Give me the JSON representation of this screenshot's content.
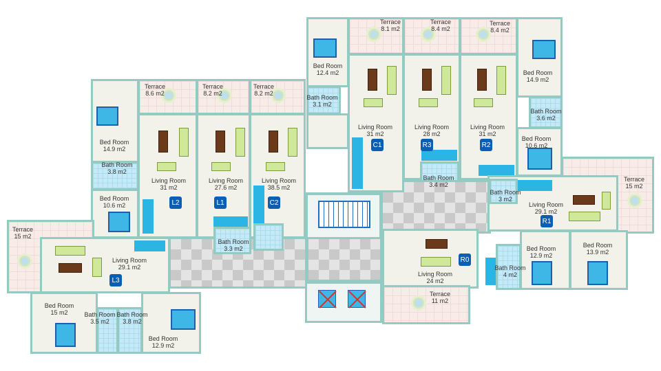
{
  "rooms": {
    "l2_bed1": {
      "name": "Bed Room",
      "area": "14.9 m2"
    },
    "l2_ter": {
      "name": "Terrace",
      "area": "8.6 m2"
    },
    "l1_ter": {
      "name": "Terrace",
      "area": "8.2 m2"
    },
    "c2_ter": {
      "name": "Terrace",
      "area": "8.2 m2"
    },
    "l2_liv": {
      "name": "Living Room",
      "area": "31  m2"
    },
    "l1_liv": {
      "name": "Living Room",
      "area": "27.6  m2"
    },
    "c2_liv": {
      "name": "Living Room",
      "area": "38.5  m2"
    },
    "l2_bath": {
      "name": "Bath Room",
      "area": "3.8 m2"
    },
    "l2_bed2": {
      "name": "Bed Room",
      "area": "10.6 m2"
    },
    "l1_bath": {
      "name": "Bath Room",
      "area": "3.3 m2"
    },
    "l3_ter": {
      "name": "Terrace",
      "area": "15 m2"
    },
    "l3_liv": {
      "name": "Living Room",
      "area": "29.1 m2"
    },
    "l3_bed1": {
      "name": "Bed Room",
      "area": "15 m2"
    },
    "l3_bath1": {
      "name": "Bath Room",
      "area": "3.5 m2"
    },
    "l3_bath2": {
      "name": "Bath Room",
      "area": "3.8 m2"
    },
    "l3_bed2": {
      "name": "Bed Room",
      "area": "12.9 m2"
    },
    "c1_bed": {
      "name": "Bed Room",
      "area": "12.4 m2"
    },
    "c1_bath": {
      "name": "Bath Room",
      "area": "3.1 m2"
    },
    "c1_ter": {
      "name": "Terrace",
      "area": "8.1 m2"
    },
    "r3_ter": {
      "name": "Terrace",
      "area": "8.4 m2"
    },
    "r2_ter": {
      "name": "Terrace",
      "area": "8.4 m2"
    },
    "c1_liv": {
      "name": "Living Room",
      "area": "31  m2"
    },
    "r3_liv": {
      "name": "Living Room",
      "area": "28  m2"
    },
    "r2_liv": {
      "name": "Living Room",
      "area": "31  m2"
    },
    "r2_bed1": {
      "name": "Bed Room",
      "area": "14.9 m2"
    },
    "r2_bath": {
      "name": "Bath Room",
      "area": "3.6 m2"
    },
    "r2_bed2": {
      "name": "Bed Room",
      "area": "10.6 m2"
    },
    "r3_bath": {
      "name": "Bath Room",
      "area": "3.4 m2"
    },
    "r1_bath": {
      "name": "Bath Room",
      "area": "3 m2"
    },
    "r1_liv": {
      "name": "Living Room",
      "area": "29.1 m2"
    },
    "r1_ter": {
      "name": "Terrace",
      "area": "15 m2"
    },
    "r0_liv": {
      "name": "Living Room",
      "area": "24 m2"
    },
    "r0_bath": {
      "name": "Bath Room",
      "area": "4 m2"
    },
    "r1_bed1": {
      "name": "Bed Room",
      "area": "12.9 m2"
    },
    "r1_bed2": {
      "name": "Bed Room",
      "area": "13.9 m2"
    },
    "r0_ter": {
      "name": "Terrace",
      "area": "11 m2"
    }
  },
  "units": {
    "L1": "L1",
    "L2": "L2",
    "L3": "L3",
    "C1": "C1",
    "C2": "C2",
    "R0": "R0",
    "R1": "R1",
    "R2": "R2",
    "R3": "R3"
  },
  "colors": {
    "badge": "#0a5fb4",
    "wall": "#93cbc3",
    "floor": "#f3f2ea",
    "bath": "#c5e9f6"
  }
}
